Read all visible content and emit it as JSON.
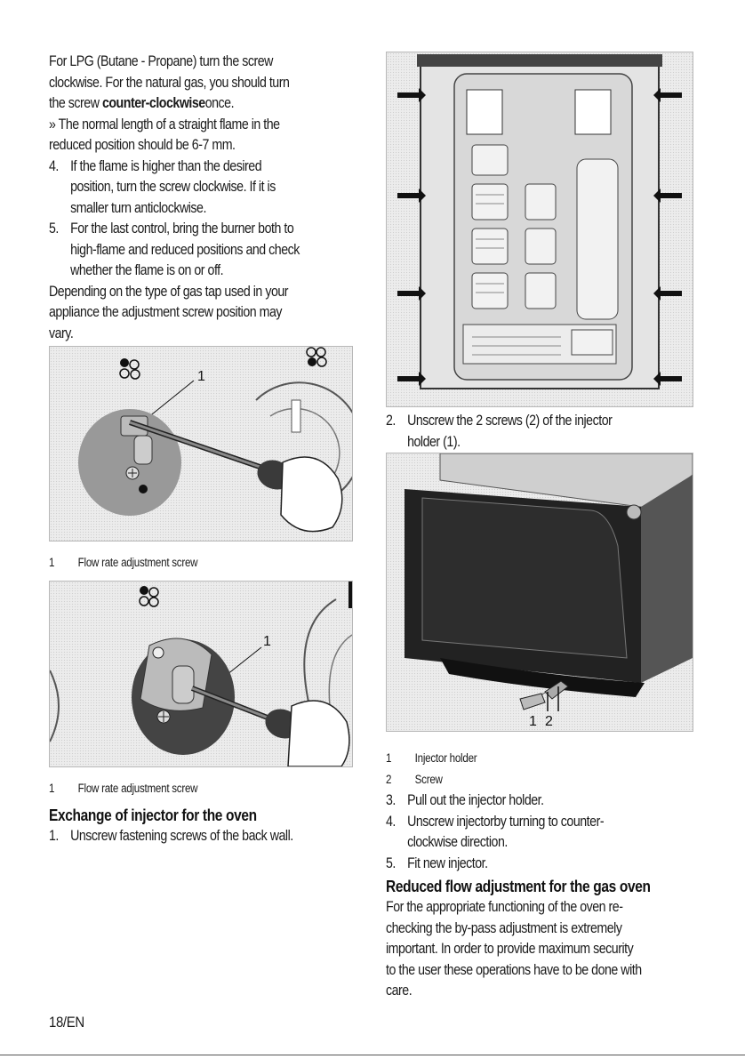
{
  "left": {
    "intro_line1": "For LPG (Butane - Propane) turn the screw",
    "intro_line2": "clockwise. For the natural gas, you should turn",
    "intro_line3_pre": "the screw ",
    "intro_line3_bold": "counter-clockwise",
    "intro_line3_post": "once.",
    "note_line1": "» The normal length of a straight flame in the",
    "note_line2": "reduced position should be 6-7 mm.",
    "step4_num": "4.",
    "step4_line1": "If the flame is higher than the desired",
    "step4_line2": "position, turn the screw clockwise. If it is",
    "step4_line3": "smaller turn anticlockwise.",
    "step5_num": "5.",
    "step5_line1": "For the last control, bring the burner both to",
    "step5_line2": "high-flame and reduced positions and check",
    "step5_line3": "whether the flame is on or off.",
    "depend_line1": "Depending on the type of gas tap used in your",
    "depend_line2": "appliance the adjustment screw position may",
    "depend_line3": "vary.",
    "figure1_callout": "1",
    "figure1_legend_num": "1",
    "figure1_legend_text": "Flow rate adjustment screw",
    "figure2_callout": "1",
    "figure2_legend_num": "1",
    "figure2_legend_text": "Flow rate adjustment screw",
    "heading_exchange": "Exchange of injector for the oven",
    "step1_num": "1.",
    "step1_text": "Unscrew fastening screws of the back wall."
  },
  "right": {
    "step2_num": "2.",
    "step2_line1": "Unscrew the 2 screws (2) of the injector",
    "step2_line2": "holder (1).",
    "figure4_callout1": "1",
    "figure4_callout2": "2",
    "legend1_num": "1",
    "legend1_text": "Injector holder",
    "legend2_num": "2",
    "legend2_text": "Screw",
    "step3_num": "3.",
    "step3_text": "Pull out the injector holder.",
    "step4_num": "4.",
    "step4_line1": "Unscrew injectorby turning to counter-",
    "step4_line2": "clockwise direction.",
    "step5_num": "5.",
    "step5_text": "Fit new injector.",
    "heading_reduced": "Reduced flow adjustment for the gas oven",
    "para_line1": "For the appropriate functioning of the oven re-",
    "para_line2": "checking the by-pass adjustment is extremely",
    "para_line3": "important. In order to provide maximum security",
    "para_line4": "to the user these operations have to be done with",
    "para_line5": "care."
  },
  "footer": {
    "page_label": "18/EN"
  }
}
